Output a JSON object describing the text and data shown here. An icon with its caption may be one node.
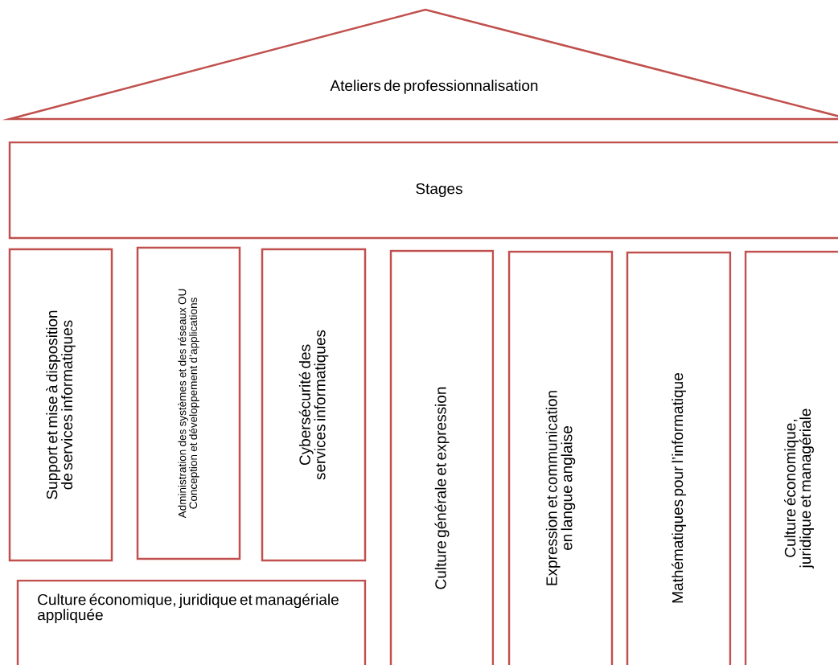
{
  "diagram": {
    "nodes": [
      {
        "text": [
          "Ateliers de professionnalisation"
        ]
      },
      {
        "text": [
          "Stages"
        ]
      },
      {
        "text": [
          "Support et mise à disposition de services informatiques"
        ]
      },
      {
        "text": [
          "Administration des systèmes et des réseaux OU Conception et développement d’applications"
        ]
      },
      {
        "text": [
          "Cybersécurité des services informatiques"
        ]
      },
      {
        "text": [
          "Culture générale et expression"
        ]
      },
      {
        "text": [
          "Expression et communication en langue anglaise"
        ]
      },
      {
        "text": [
          "Mathématiques pour l’informatique"
        ]
      },
      {
        "text": [
          "Culture économique, juridique et managériale"
        ]
      },
      {
        "text": [
          "Culture économique, juridique et managériale appliquée"
        ]
      }
    ]
  }
}
